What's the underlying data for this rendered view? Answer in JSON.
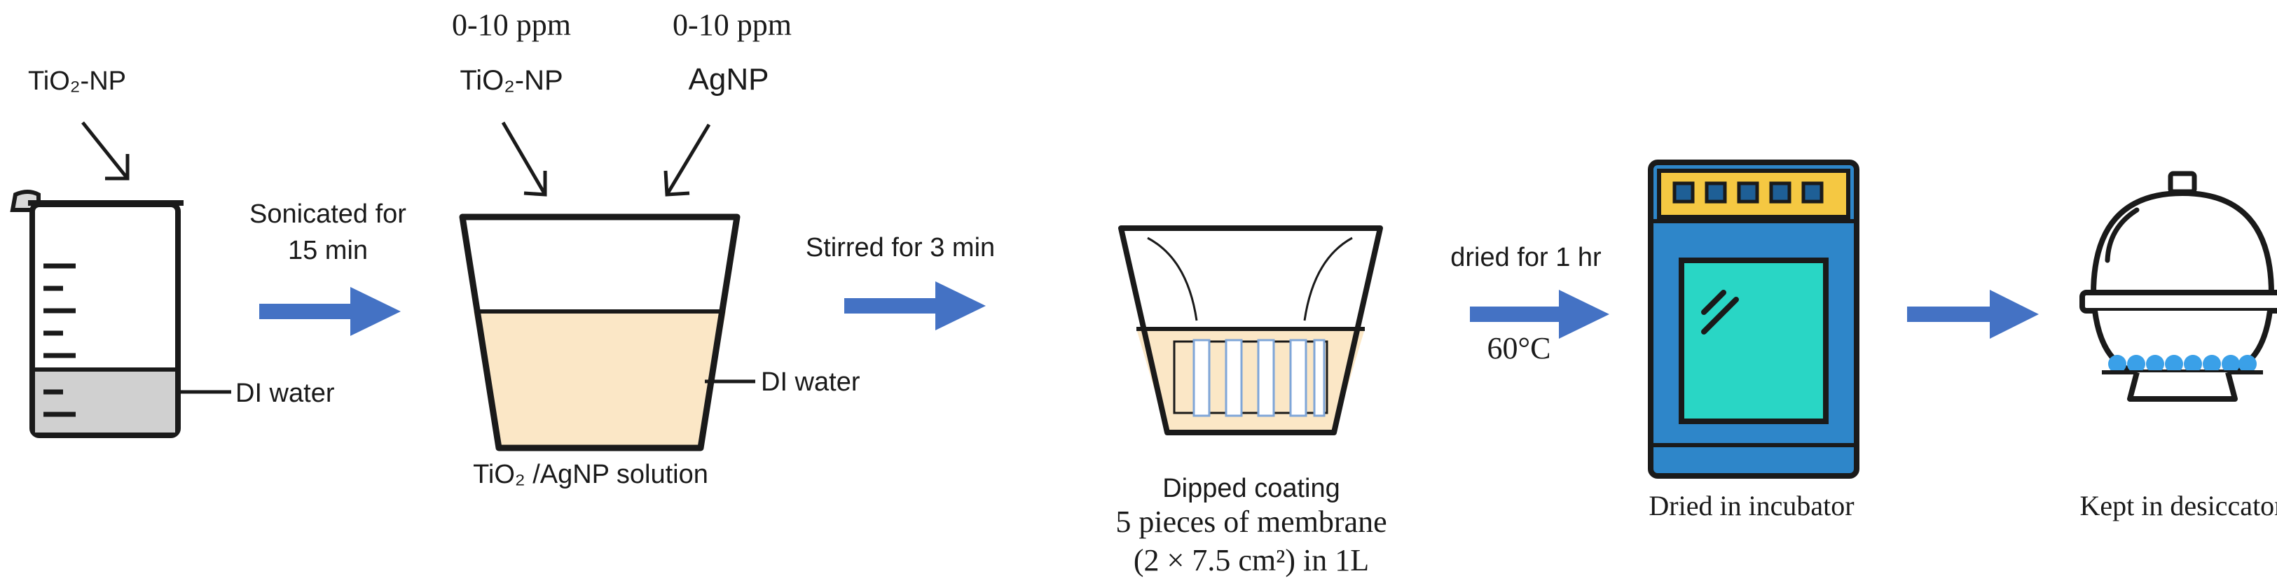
{
  "step1": {
    "reagent_label": "TiO₂-NP",
    "water_label": "DI water"
  },
  "arrow1": {
    "line1": "Sonicated for",
    "line2": "15 min"
  },
  "step2": {
    "conc_left": "0-10 ppm",
    "conc_right": "0-10 ppm",
    "reagent_left": "TiO₂-NP",
    "reagent_right": "AgNP",
    "water_label": "DI water",
    "solution_label": "TiO₂ /AgNP solution"
  },
  "arrow2": {
    "line1": "Stirred for 3 min"
  },
  "step3": {
    "caption_line1": "Dipped coating",
    "caption_line2": "5 pieces of membrane",
    "caption_line3": "(2 × 7.5 cm²) in 1L"
  },
  "arrow3": {
    "line1": "dried for 1 hr",
    "line2": "60°C"
  },
  "step4": {
    "caption": "Dried in incubator"
  },
  "step5": {
    "caption": "Kept in desiccator"
  },
  "colors": {
    "arrow": "#4472c4",
    "solution": "#fbe7c6",
    "oven_frame": "#2e86c9",
    "oven_window": "#29d6c5",
    "oven_panel": "#f5c842",
    "desiccant": "#3aa0e8",
    "outline": "#1a1a1a"
  }
}
